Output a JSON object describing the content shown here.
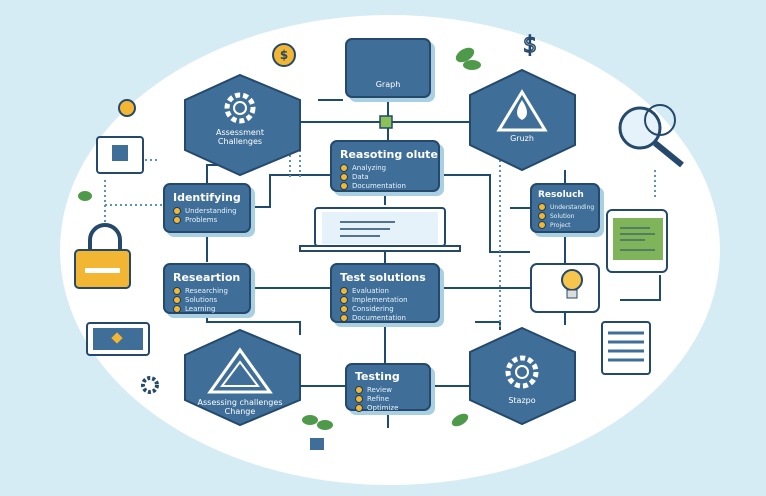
{
  "diagram": {
    "top_box": {
      "label": "Graph"
    },
    "hex_top_left": {
      "label": "Assessment",
      "sublabel": "Challenges"
    },
    "hex_top_right": {
      "label": "Gruzh"
    },
    "reasoning": {
      "title": "Reasoting olute",
      "items": [
        "Analyzing",
        "Data",
        "Documentation"
      ]
    },
    "identifying": {
      "title": "Identifying",
      "items": [
        "Understanding",
        "Problems"
      ]
    },
    "researching": {
      "title": "Researtion",
      "items": [
        "Researching",
        "Solutions",
        "Learning"
      ]
    },
    "test_solutions": {
      "title": "Test solutions",
      "items": [
        "Evaluation",
        "Implementation",
        "Considering",
        "Documentation"
      ]
    },
    "resolution": {
      "title": "Resoluch",
      "items": [
        "Understanding",
        "Solution",
        "Project"
      ]
    },
    "testing": {
      "title": "Testing",
      "items": [
        "Review",
        "Refine",
        "Optimize"
      ]
    },
    "hex_bottom_left": {
      "label": "Assessing challenges",
      "sublabel": "Change"
    },
    "hex_bottom_right": {
      "label": "Stazpo"
    },
    "dollar_sign": "$",
    "colors": {
      "box": "#3f6f98",
      "border": "#24496b",
      "accent": "#f2b632",
      "green": "#6ea84a",
      "background": "#d6ecf4"
    }
  }
}
